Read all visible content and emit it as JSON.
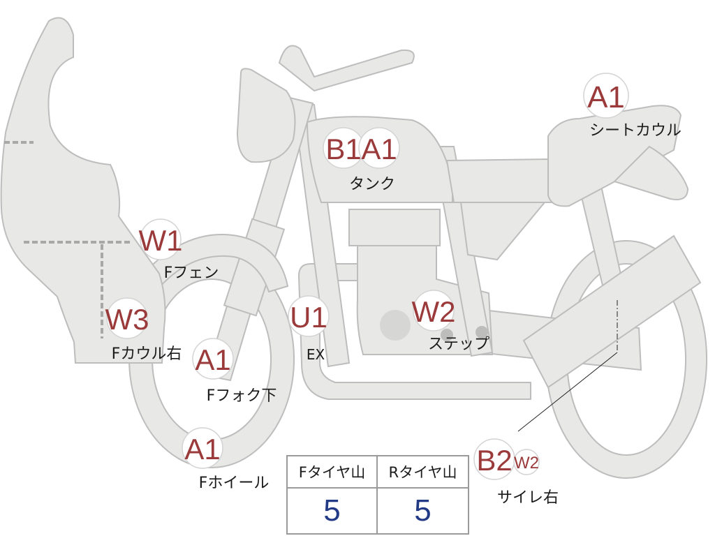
{
  "badges": [
    {
      "id": "tank_b1",
      "code": "B1",
      "label": ""
    },
    {
      "id": "tank_a1",
      "code": "A1",
      "label": "タンク"
    },
    {
      "id": "seat_cowl",
      "code": "A1",
      "label": "シートカウル"
    },
    {
      "id": "f_fender",
      "code": "W1",
      "label": "Fフェン"
    },
    {
      "id": "f_cowl_right",
      "code": "W3",
      "label": "Fカウル右"
    },
    {
      "id": "f_fork_lower",
      "code": "A1",
      "label": "Fフォク下"
    },
    {
      "id": "exhaust",
      "code": "U1",
      "label": "EX"
    },
    {
      "id": "step",
      "code": "W2",
      "label": "ステップ"
    },
    {
      "id": "f_wheel",
      "code": "A1",
      "label": "Fホイール"
    },
    {
      "id": "silencer_b2",
      "code": "B2",
      "label": ""
    },
    {
      "id": "silencer_w2",
      "code": "W2",
      "label": "サイレ右"
    }
  ],
  "tire_table": {
    "front_header": "Fタイヤ山",
    "rear_header": "Rタイヤ山",
    "front_value": "5",
    "rear_value": "5"
  },
  "colors": {
    "body": "#e8e8e6",
    "outline": "#bdbdbd",
    "code": "#9b3a3a",
    "value": "#233a86"
  }
}
